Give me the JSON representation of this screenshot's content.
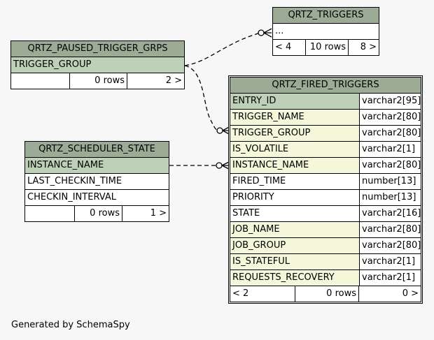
{
  "tables": {
    "triggers": {
      "name": "QRTZ_TRIGGERS",
      "columns": [
        "..."
      ],
      "footer": {
        "parents": "< 4",
        "rows": "10 rows",
        "children": "8 >"
      }
    },
    "paused": {
      "name": "QRTZ_PAUSED_TRIGGER_GRPS",
      "columns": [
        "TRIGGER_GROUP"
      ],
      "footer": {
        "parents": "",
        "rows": "0 rows",
        "children": "2 >"
      }
    },
    "scheduler": {
      "name": "QRTZ_SCHEDULER_STATE",
      "columns": [
        "INSTANCE_NAME",
        "LAST_CHECKIN_TIME",
        "CHECKIN_INTERVAL"
      ],
      "footer": {
        "parents": "",
        "rows": "0 rows",
        "children": "1 >"
      }
    },
    "fired": {
      "name": "QRTZ_FIRED_TRIGGERS",
      "columns": [
        {
          "name": "ENTRY_ID",
          "type": "varchar2[95]",
          "key": "pk"
        },
        {
          "name": "TRIGGER_NAME",
          "type": "varchar2[80]",
          "key": "fk"
        },
        {
          "name": "TRIGGER_GROUP",
          "type": "varchar2[80]",
          "key": "fk"
        },
        {
          "name": "IS_VOLATILE",
          "type": "varchar2[1]",
          "key": "fk"
        },
        {
          "name": "INSTANCE_NAME",
          "type": "varchar2[80]",
          "key": "fk"
        },
        {
          "name": "FIRED_TIME",
          "type": "number[13]",
          "key": ""
        },
        {
          "name": "PRIORITY",
          "type": "number[13]",
          "key": ""
        },
        {
          "name": "STATE",
          "type": "varchar2[16]",
          "key": ""
        },
        {
          "name": "JOB_NAME",
          "type": "varchar2[80]",
          "key": "fk"
        },
        {
          "name": "JOB_GROUP",
          "type": "varchar2[80]",
          "key": "fk"
        },
        {
          "name": "IS_STATEFUL",
          "type": "varchar2[1]",
          "key": "fk"
        },
        {
          "name": "REQUESTS_RECOVERY",
          "type": "varchar2[1]",
          "key": "fk"
        }
      ],
      "footer": {
        "parents": "< 2",
        "rows": "0 rows",
        "children": "0 >"
      }
    }
  },
  "footer_text": "Generated by SchemaSpy",
  "colors": {
    "header": "#9bab96",
    "primary_key": "#bed1b8",
    "foreign_key": "#f4f7da",
    "background": "#f7f7f7"
  }
}
